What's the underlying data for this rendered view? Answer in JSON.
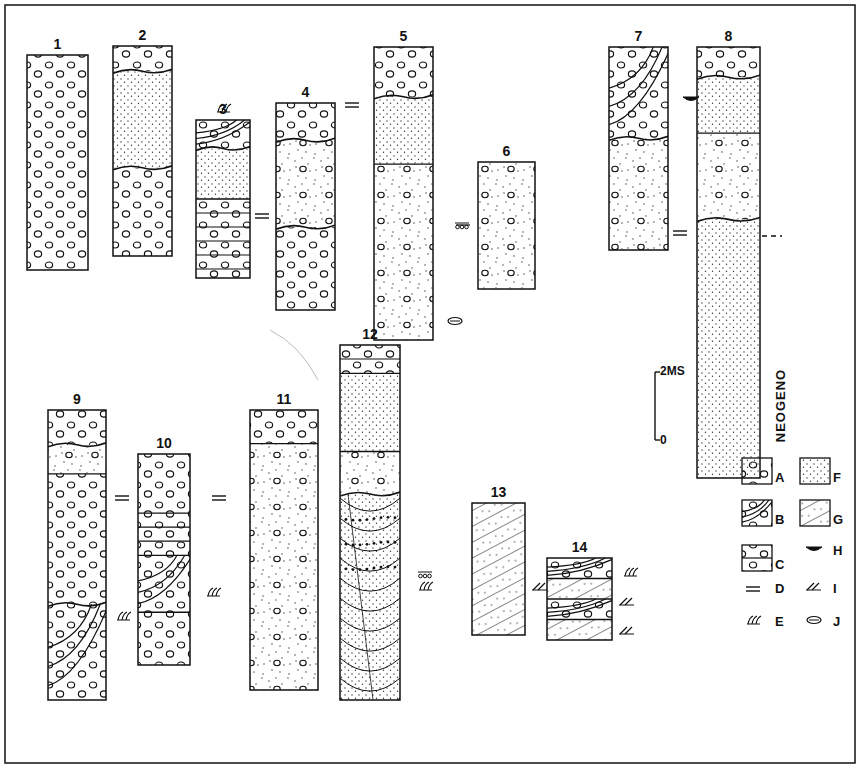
{
  "diagram": {
    "nodes": [
      {
        "text": [
          "1"
        ]
      },
      {
        "text": [
          "2"
        ]
      },
      {
        "text": [
          "3"
        ]
      },
      {
        "text": [
          "4"
        ]
      },
      {
        "text": [
          "5"
        ]
      },
      {
        "text": [
          "6"
        ]
      },
      {
        "text": [
          "7"
        ]
      },
      {
        "text": [
          "8"
        ]
      },
      {
        "text": [
          "9"
        ]
      },
      {
        "text": [
          "10"
        ]
      },
      {
        "text": [
          "11"
        ]
      },
      {
        "text": [
          "12"
        ]
      },
      {
        "text": [
          "13"
        ]
      },
      {
        "text": [
          "14"
        ]
      }
    ],
    "labels": [
      "2MS",
      "0",
      "NEOGENO"
    ],
    "legend": [
      {
        "text": "A"
      },
      {
        "text": "B"
      },
      {
        "text": "C"
      },
      {
        "text": "D"
      },
      {
        "text": "E"
      },
      {
        "text": "F"
      },
      {
        "text": "G"
      },
      {
        "text": "H"
      },
      {
        "text": "I"
      },
      {
        "text": "J"
      }
    ]
  }
}
